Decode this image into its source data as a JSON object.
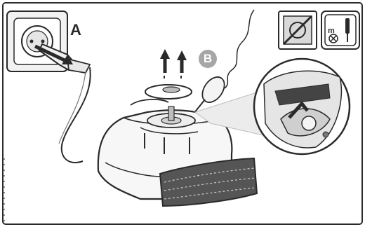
{
  "steps": {
    "a_label": "A",
    "b_label": "B"
  },
  "icons": {
    "power_outlet": "power-outlet-icon",
    "plug": "plug-icon",
    "no_filter_icon": "no-filter-icon",
    "tool_icon": "screwdriver-tool-icon",
    "tool_text": "m"
  },
  "colors": {
    "line": "#2a2a2a",
    "gray": "#a6a6a6",
    "light_gray": "#dcdcdc",
    "background": "#ffffff"
  }
}
